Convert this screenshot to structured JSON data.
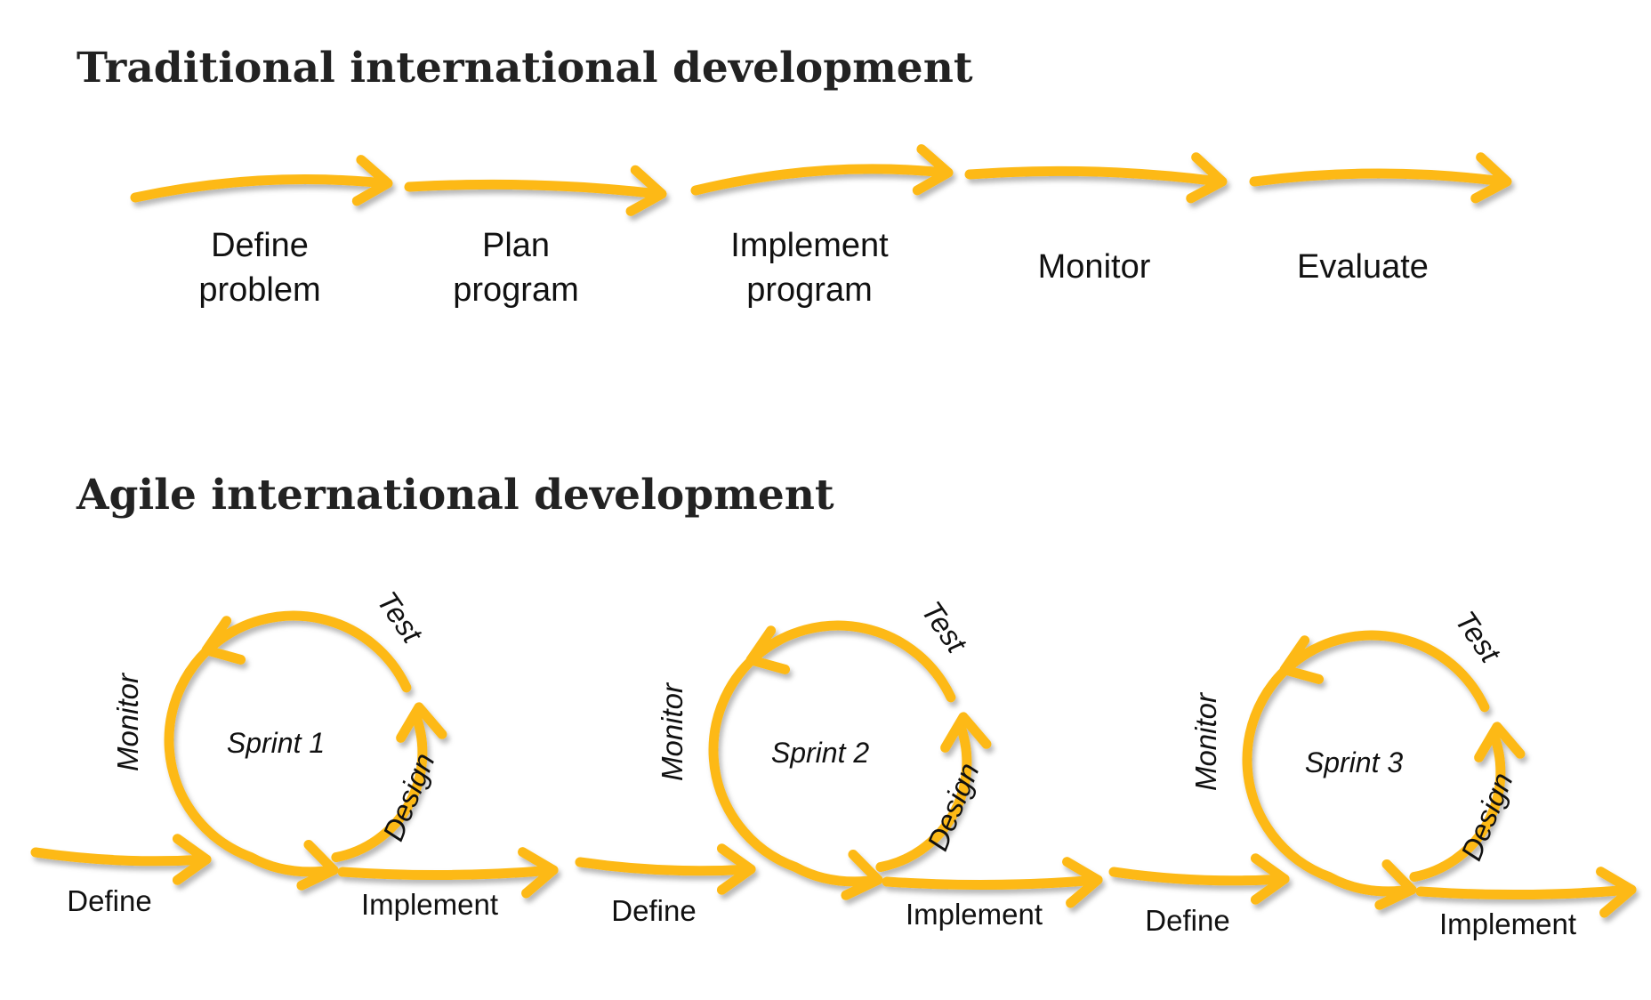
{
  "colors": {
    "arrow": "#FDB913",
    "arrow_shadow": "#c9c9c9",
    "text": "#111111",
    "title": "#222222"
  },
  "traditional": {
    "title": "Traditional international development",
    "steps": [
      {
        "line1": "Define",
        "line2": "problem"
      },
      {
        "line1": "Plan",
        "line2": "program"
      },
      {
        "line1": "Implement",
        "line2": "program"
      },
      {
        "line1": "Monitor",
        "line2": ""
      },
      {
        "line1": "Evaluate",
        "line2": ""
      }
    ]
  },
  "agile": {
    "title": "Agile international development",
    "sprints": [
      {
        "name": "Sprint 1",
        "test": "Test",
        "design": "Design",
        "monitor": "Monitor",
        "define": "Define",
        "implement": "Implement"
      },
      {
        "name": "Sprint 2",
        "test": "Test",
        "design": "Design",
        "monitor": "Monitor",
        "define": "Define",
        "implement": "Implement"
      },
      {
        "name": "Sprint 3",
        "test": "Test",
        "design": "Design",
        "monitor": "Monitor",
        "define": "Define",
        "implement": "Implement"
      }
    ]
  }
}
